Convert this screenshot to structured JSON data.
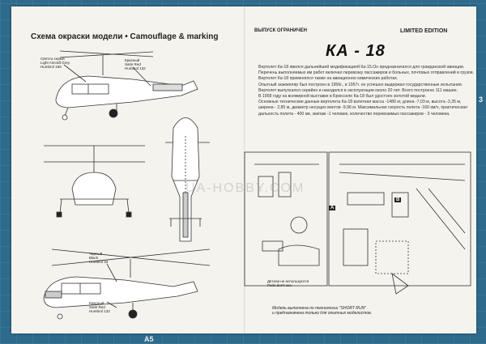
{
  "left_title": "Схема окраски модели • Camouflage & marking",
  "header_left": "ВЫПУСК ОГРАНИЧЕН",
  "header_right": "LIMITED EDITION",
  "model_name": "КА - 18",
  "description": "Вертолет Ка-18 явился дальнейшей модификацией Ка-15.Он предназначался для гражданской авиации. Перечень выполняемых им работ включал перевозку пассажиров и больных, почтовых отправлений и грузов. Вертолет Ка-18 применялся также на авиационно-химических работах.\n     Опытный экземпляр был построен в 1956г., в 1957г. он успешно выдержал государственные испытания. Вертолет выпускался серийно и находился в эксплуатации около 20 лет. Всего построено 111 машин.\n     В 1958 году на всемирной выставке в Брюсселе Ка-18 был удостоен золотой медали.\n     Основные технические данные вертолета Ка-18 взлетная масса -1480 кг, длина -7,03 м, высота -3,35 м, ширина - 2,85 м, диаметр несущих винтов -9,96 м. Максимальная скорость полета -160 км/ч, практическая дальность полета - 400 км, экипаж -1 человек, количество перевозимых пассажиров - 3 человека.",
  "labels": {
    "light_grey": "Светло-серый\nLight Aircraft Grey\nHumbrol 166",
    "red_top": "Красный\nSatin Red\nHumbrol 132",
    "black": "Черный\nBlack\nHumbrol 33",
    "red_bottom": "Красный\nSatin Red\nHumbrol 132",
    "parts_note": "Детали не используются\nParts don't use"
  },
  "sprue_labels": [
    "A",
    "B"
  ],
  "footer": "Модель выполнена по технологии \"SHORT RUN\"\nи предназначена только для опытных моделистов.",
  "mat_marks": [
    "3",
    "A5"
  ],
  "watermark": "UA-HOBBY.COM"
}
